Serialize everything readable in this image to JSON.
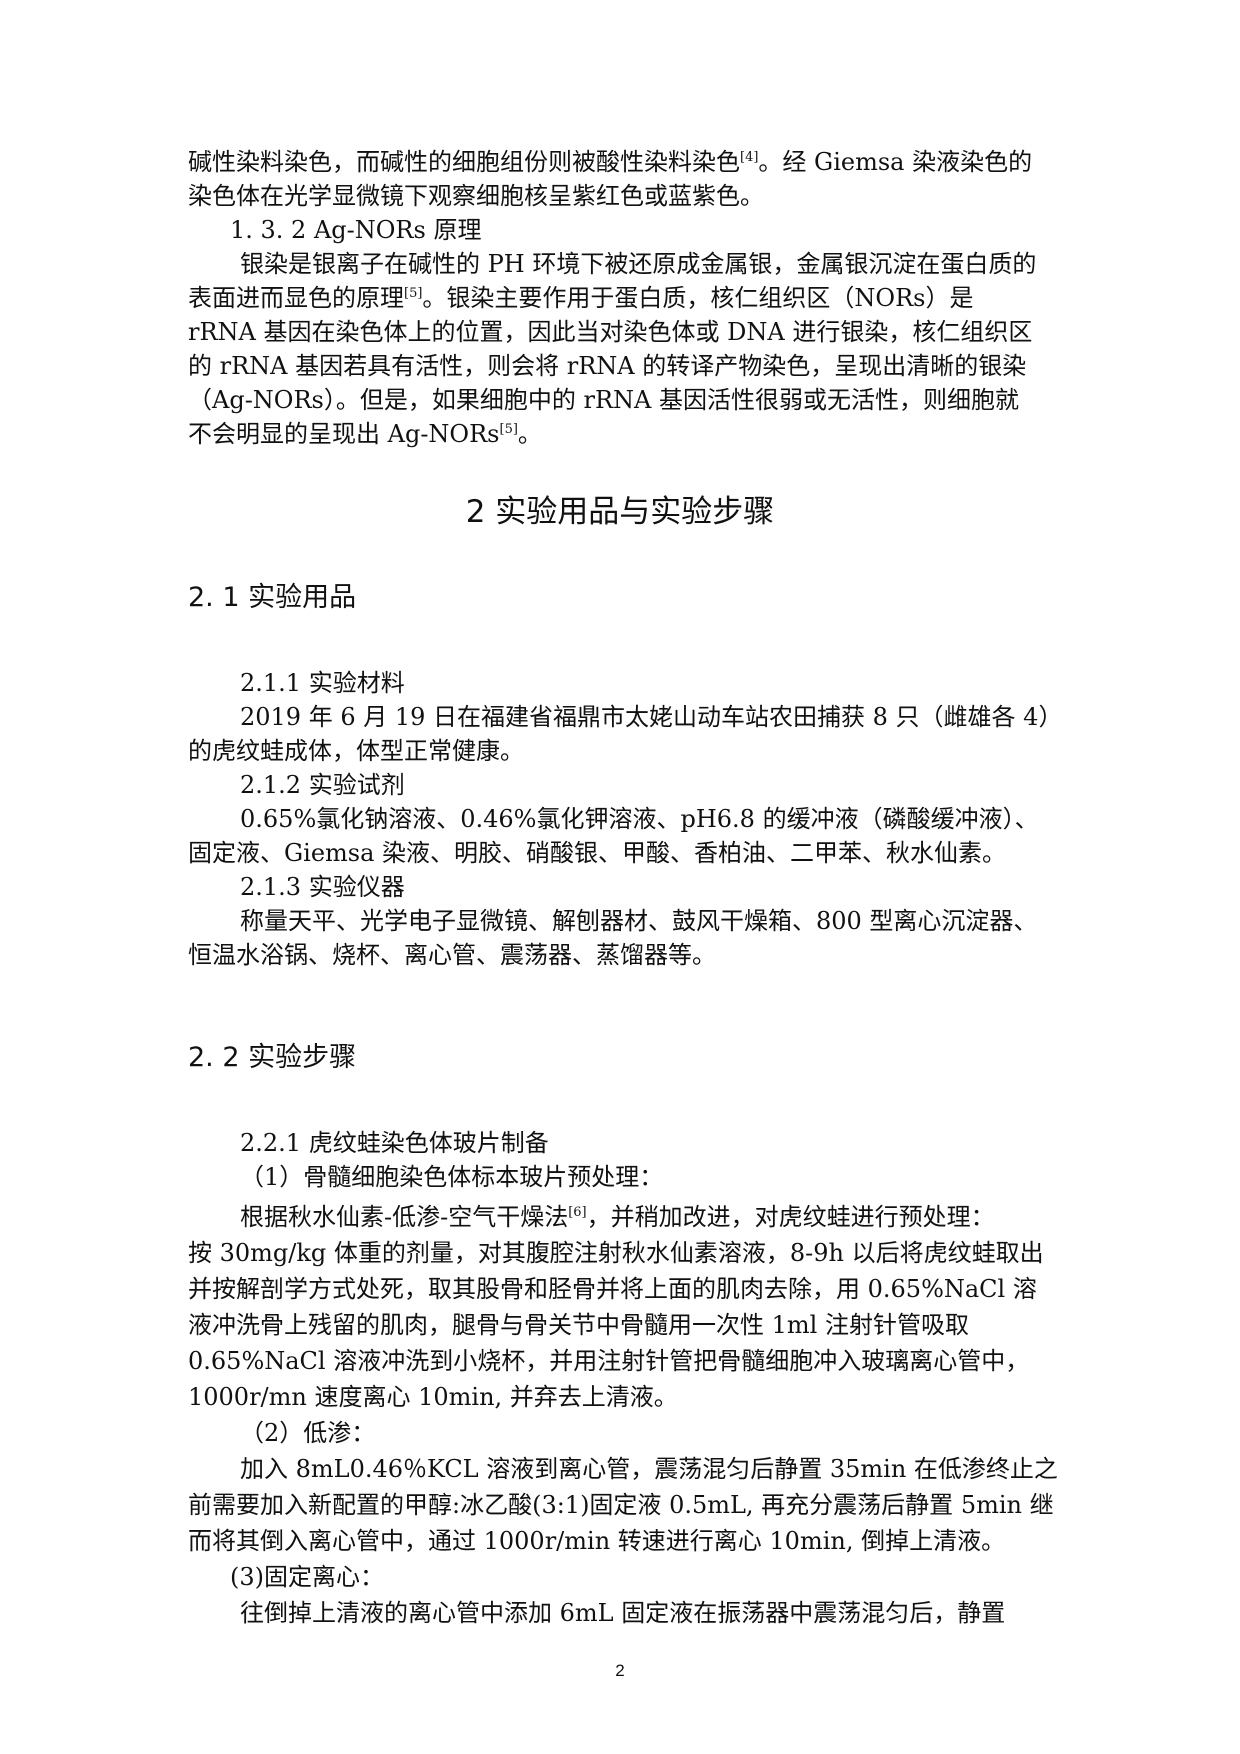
{
  "intro": {
    "l1a": "碱性染料染色，而碱性的细胞组份则被酸性染料染色",
    "l1ref": "[4]",
    "l1b": "。经 Giemsa 染液染色的",
    "l2": "染色体在光学显微镜下观察细胞核呈紫红色或蓝紫色。",
    "sub_heading": "1. 3. 2  Ag-NORs 原理",
    "l4": "银染是银离子在碱性的 PH 环境下被还原成金属银，金属银沉淀在蛋白质的",
    "l5a": "表面进而显色的原理",
    "l5ref": "[5]",
    "l5b": "。银染主要作用于蛋白质，核仁组织区（NORs）是",
    "l6": "rRNA 基因在染色体上的位置，因此当对染色体或 DNA 进行银染，核仁组织区",
    "l7": "的 rRNA 基因若具有活性，则会将 rRNA 的转译产物染色，呈现出清晰的银染",
    "l8": "（Ag-NORs）。但是，如果细胞中的 rRNA 基因活性很弱或无活性，则细胞就",
    "l9a": "不会明显的呈现出 Ag-NORs",
    "l9ref": "[5]",
    "l9b": "。"
  },
  "chapter": {
    "title": "2  实验用品与实验步骤"
  },
  "s21": {
    "title": "2. 1  实验用品",
    "h211": "2.1.1  实验材料",
    "p211_1": "2019 年 6 月 19 日在福建省福鼎市太姥山动车站农田捕获 8 只（雌雄各 4）",
    "p211_2": "的虎纹蛙成体，体型正常健康。",
    "h212": "2.1.2  实验试剂",
    "p212_1": "0.65%氯化钠溶液、0.46%氯化钾溶液、pH6.8 的缓冲液（磷酸缓冲液）、",
    "p212_2": "固定液、Giemsa 染液、明胶、硝酸银、甲酸、香柏油、二甲苯、秋水仙素。",
    "h213": "2.1.3  实验仪器",
    "p213_1": "称量天平、光学电子显微镜、解刨器材、鼓风干燥箱、800 型离心沉淀器、",
    "p213_2": "恒温水浴锅、烧杯、离心管、震荡器、蒸馏器等。"
  },
  "s22": {
    "title": "2. 2  实验步骤",
    "h221": "2.2.1  虎纹蛙染色体玻片制备",
    "step1": "（1）骨髓细胞染色体标本玻片预处理：",
    "p1_1a": "根据秋水仙素-低渗-空气干燥法",
    "p1_1ref": "[6]",
    "p1_1b": "，并稍加改进，对虎纹蛙进行预处理：",
    "p1_2": "按 30mg/kg 体重的剂量，对其腹腔注射秋水仙素溶液，8-9h 以后将虎纹蛙取出",
    "p1_3": "并按解剖学方式处死，取其股骨和胫骨并将上面的肌肉去除，用 0.65%NaCl 溶",
    "p1_4": "液冲洗骨上残留的肌肉，腿骨与骨关节中骨髓用一次性 1ml 注射针管吸取",
    "p1_5": "0.65%NaCl 溶液冲洗到小烧杯，并用注射针管把骨髓细胞冲入玻璃离心管中，",
    "p1_6": "1000r/mn 速度离心 10min, 并弃去上清液。",
    "step2": "（2）低渗：",
    "p2_1": "加入 8mL0.46％KCL 溶液到离心管，震荡混匀后静置 35min 在低渗终止之",
    "p2_2": "前需要加入新配置的甲醇:冰乙酸(3:1)固定液 0.5mL, 再充分震荡后静置 5min 继",
    "p2_3": "而将其倒入离心管中，通过 1000r/min 转速进行离心 10min, 倒掉上清液。",
    "step3": "(3)固定离心：",
    "p3_1": "往倒掉上清液的离心管中添加 6mL 固定液在振荡器中震荡混匀后，静置"
  },
  "footer": {
    "page_number": "2"
  }
}
